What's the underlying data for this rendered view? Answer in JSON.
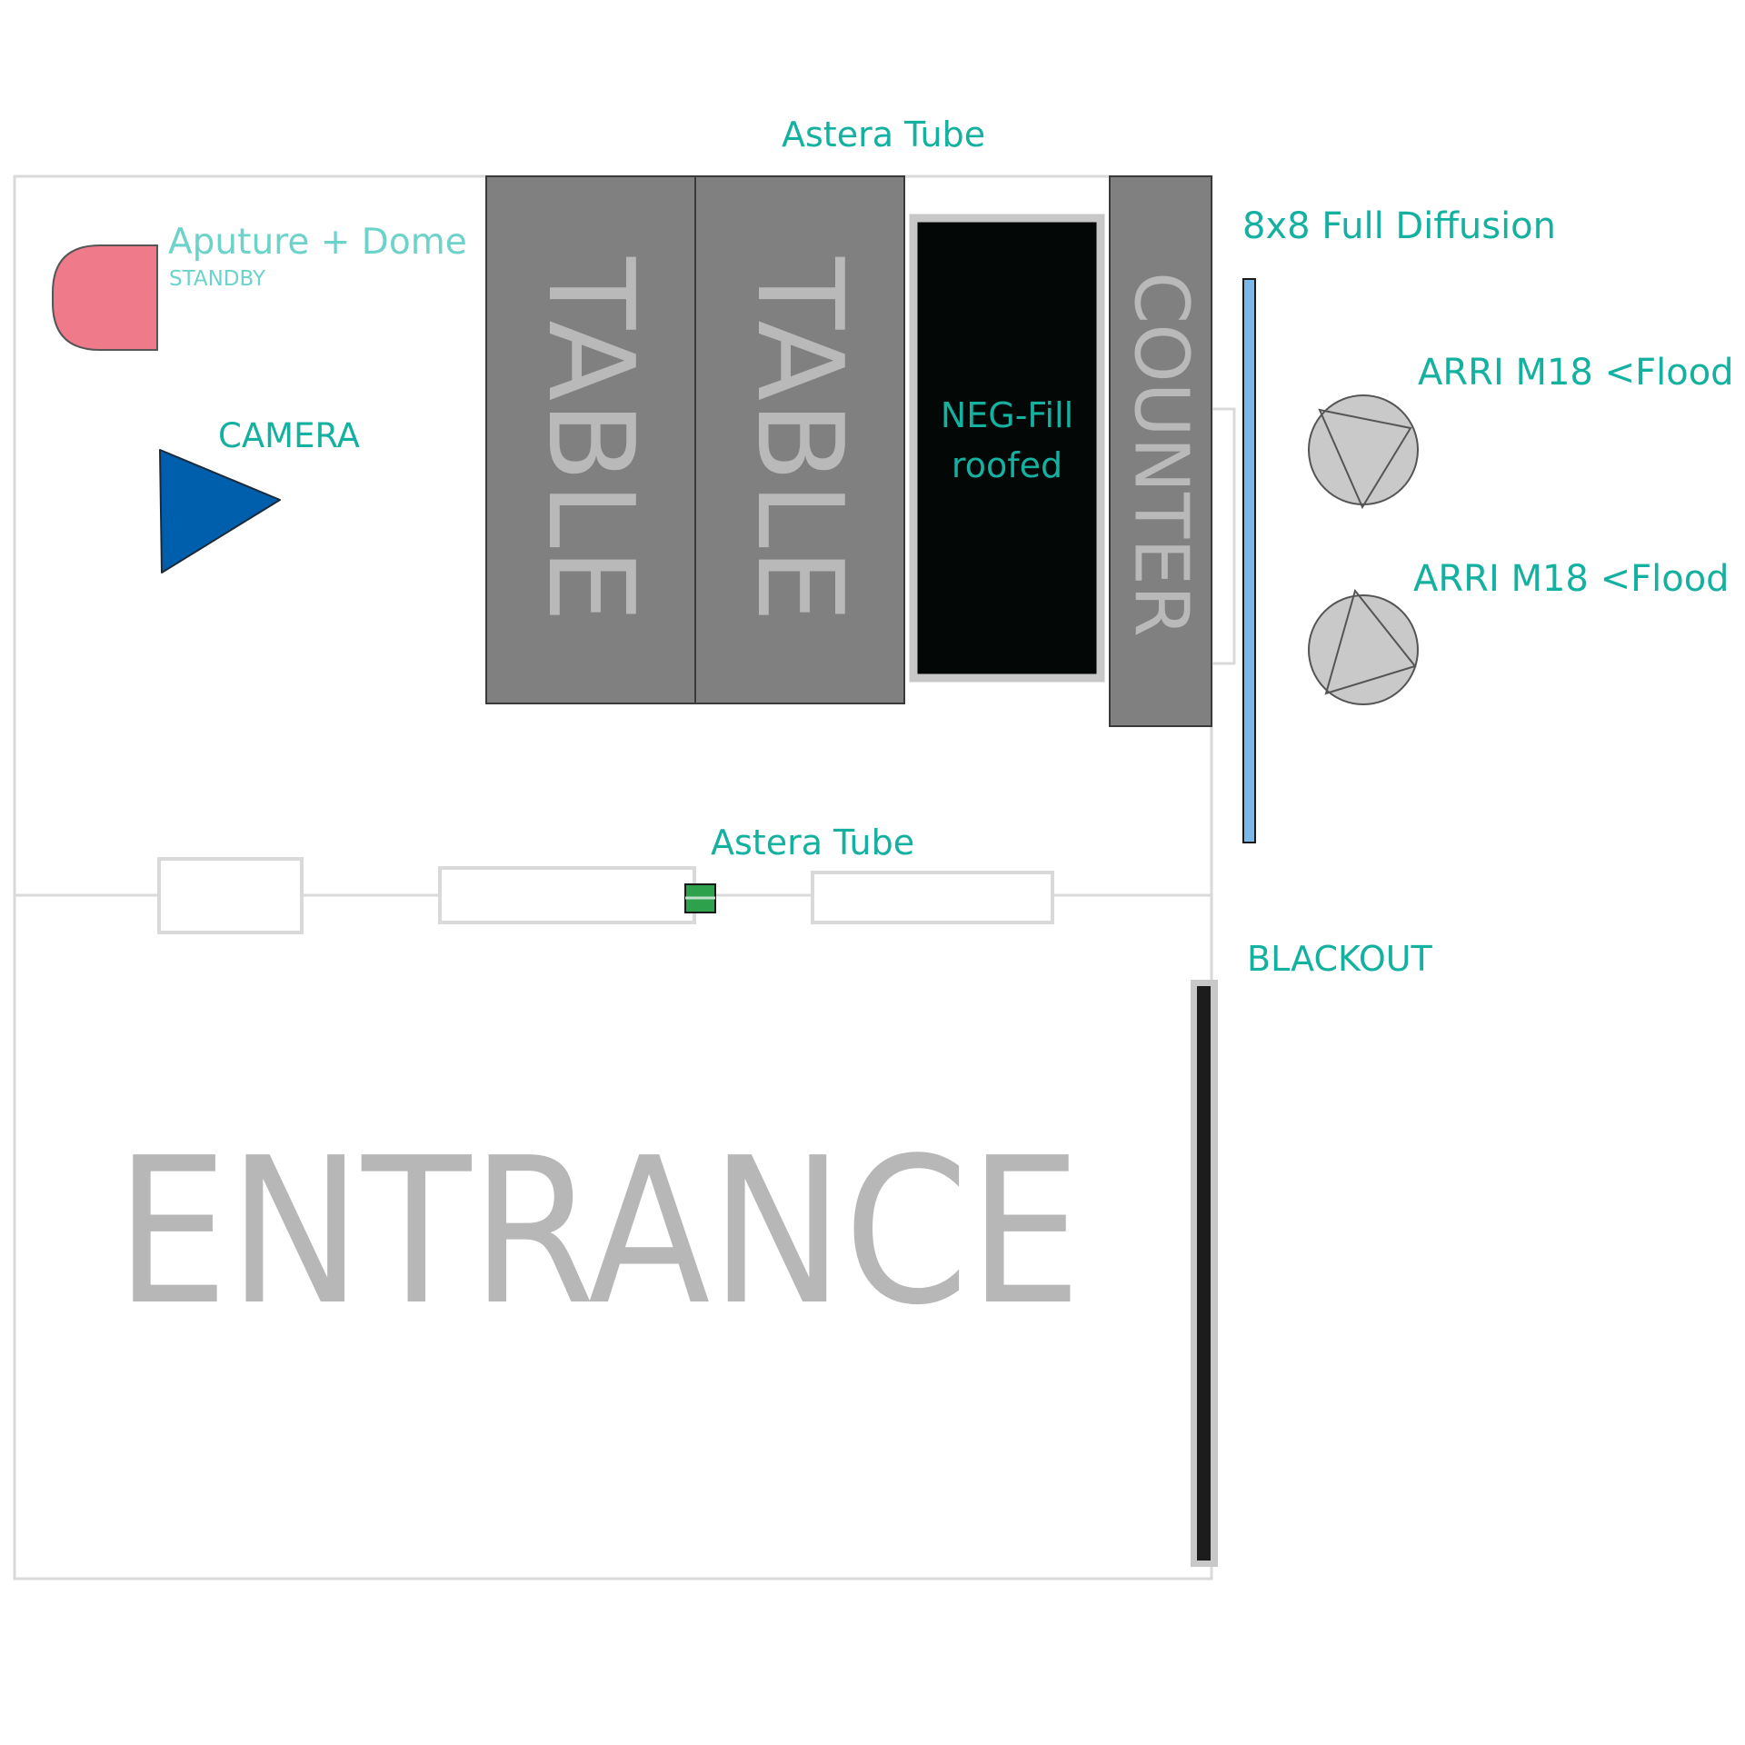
{
  "labels": {
    "astera_top": "Astera Tube",
    "astera_mid": "Astera Tube",
    "aputure": "Aputure + Dome",
    "aputure_status": "STANDBY",
    "camera": "CAMERA",
    "diffusion": "8x8 Full Diffusion",
    "arri_1": "ARRI M18 <Flood",
    "arri_2": "ARRI M18 <Flood",
    "blackout": "BLACKOUT",
    "neg_fill_line1": "NEG-Fill",
    "neg_fill_line2": "roofed",
    "table_1": "TABLE",
    "table_2": "TABLE",
    "counter": "COUNTER",
    "entrance": "ENTRANCE"
  },
  "colors": {
    "label": "#14b0a0",
    "aputure": "#ee7a8a",
    "camera": "#005fad",
    "diffusion": "#7cb9eb",
    "furniture": "#808080",
    "neg_fill": "#030706",
    "astera": "#2ea14c",
    "wall": "#d9d9d9",
    "fixture": "#c9c9c9"
  }
}
